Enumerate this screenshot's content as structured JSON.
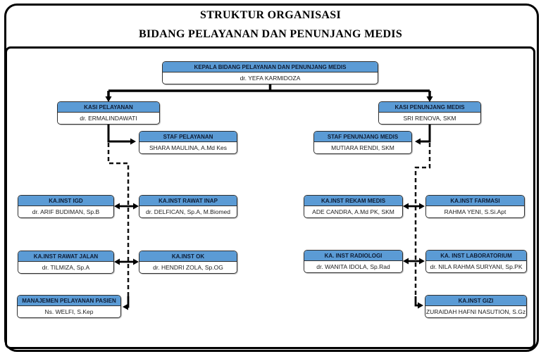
{
  "title": {
    "line1": "STRUKTUR ORGANISASI",
    "line2": "BIDANG PELAYANAN DAN PENUNJANG MEDIS"
  },
  "accent_color": "#5b9bd5",
  "nodes": {
    "kepala": {
      "title": "KEPALA BIDANG PELAYANAN DAN PENUNJANG MEDIS",
      "name": "dr. YEFA KARMIDOZA"
    },
    "kasi_pelayanan": {
      "title": "KASI PELAYANAN",
      "name": "dr. ERMALINDAWATI"
    },
    "kasi_penunjang_medis": {
      "title": "KASI PENUNJANG MEDIS",
      "name": "SRI RENOVA, SKM"
    },
    "staf_pelayanan": {
      "title": "STAF PELAYANAN",
      "name": "SHARA MAULINA, A.Md Kes"
    },
    "staf_penunjang_medis": {
      "title": "STAF PENUNJANG MEDIS",
      "name": "MUTIARA RENDI, SKM"
    },
    "ka_inst_igd": {
      "title": "KA.INST IGD",
      "name": "dr. ARIF BUDIMAN, Sp.B"
    },
    "ka_inst_rawat_inap": {
      "title": "KA.INST RAWAT INAP",
      "name": "dr. DELFICAN, Sp.A, M.Biomed"
    },
    "ka_inst_rawat_jalan": {
      "title": "KA.INST RAWAT JALAN",
      "name": "dr. TILMIZA, Sp.A"
    },
    "ka_inst_ok": {
      "title": "KA.INST OK",
      "name": "dr. HENDRI ZOLA, Sp.OG"
    },
    "manajemen_pelayanan_pasien": {
      "title": "MANAJEMEN PELAYANAN PASIEN",
      "name": "Ns. WELFI, S.Kep"
    },
    "ka_inst_rekam_medis": {
      "title": "KA.INST REKAM MEDIS",
      "name": "ADE CANDRA, A.Md PK, SKM"
    },
    "ka_inst_farmasi": {
      "title": "KA.INST FARMASI",
      "name": "RAHMA YENI, S.Si.Apt"
    },
    "ka_inst_radiologi": {
      "title": "KA. INST RADIOLOGI",
      "name": "dr. WANITA IDOLA, Sp.Rad"
    },
    "ka_inst_laboratorium": {
      "title": "KA. INST LABORATORIUM",
      "name": "dr. NILA RAHMA SURYANI, Sp.PK"
    },
    "ka_inst_gizi": {
      "title": "KA.INST GIZI",
      "name": "ZURAIDAH HAFNI NASUTION, S.Gz"
    }
  }
}
